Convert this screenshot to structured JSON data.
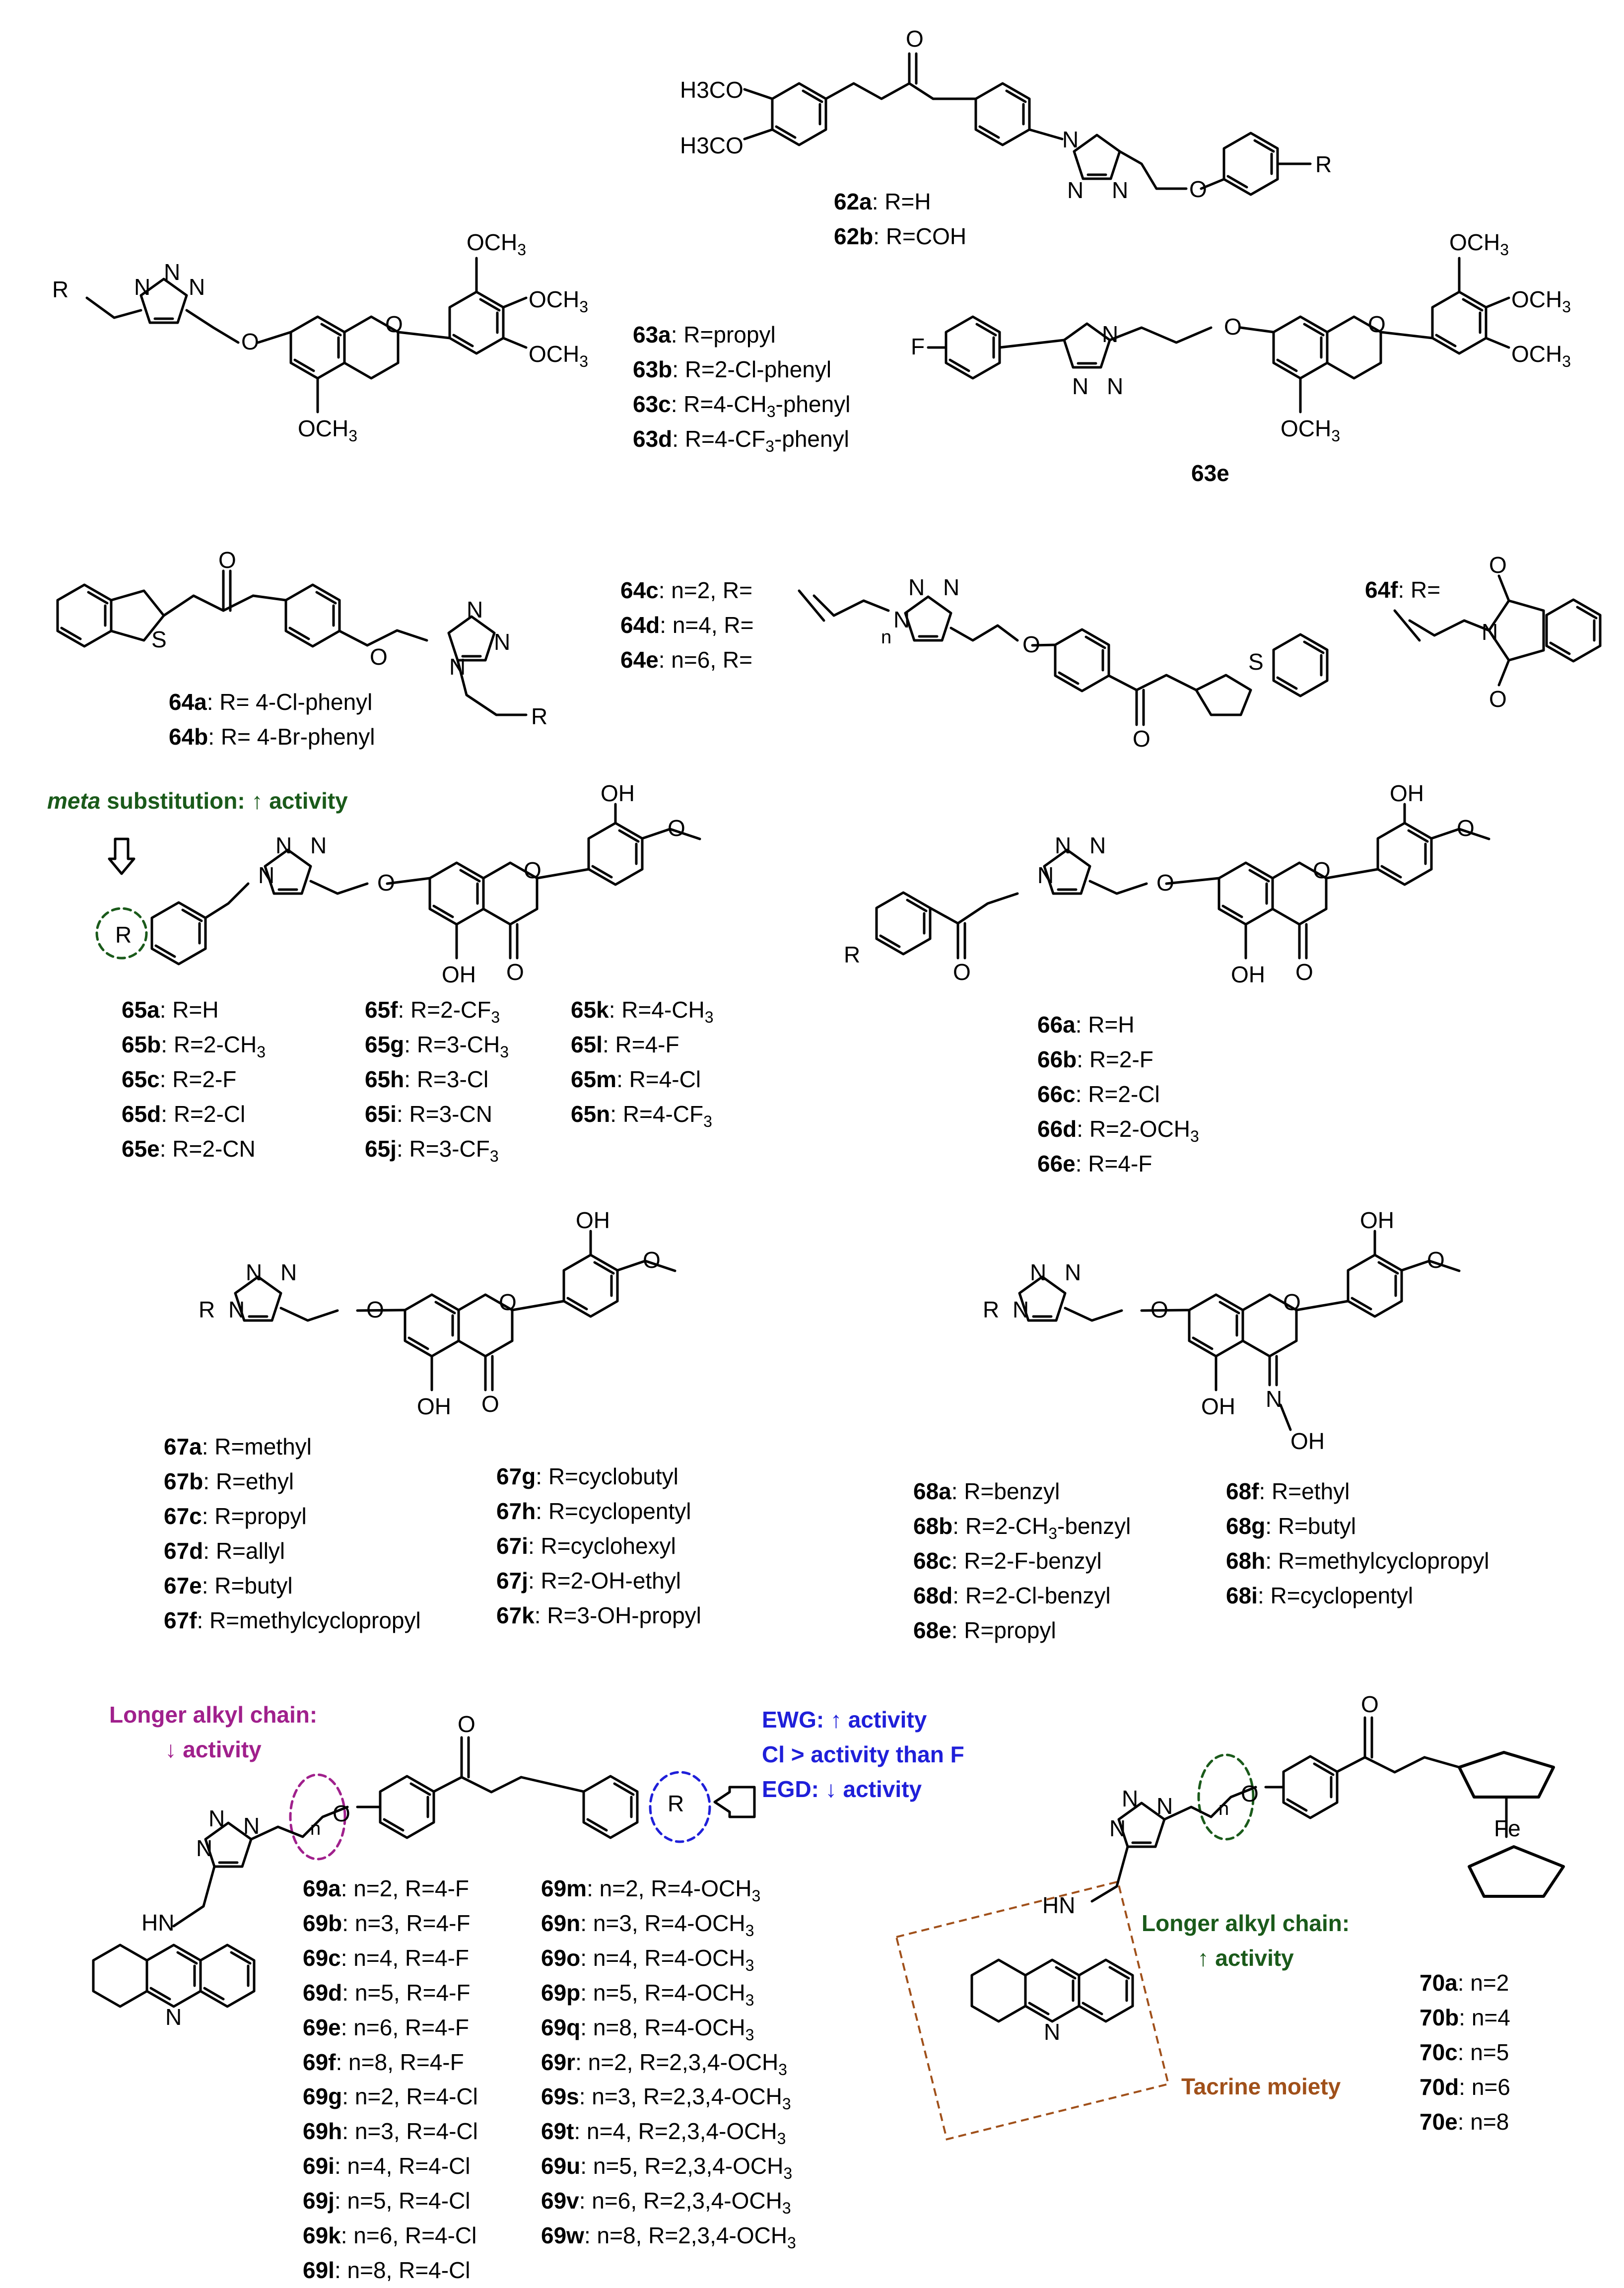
{
  "atoms": {
    "o": "O",
    "n": "N",
    "s": "S",
    "r": "R",
    "h": "H",
    "hn": "HN",
    "fe": "Fe",
    "f": "F",
    "oh": "OH",
    "och3": "OCH",
    "h3co": "H3CO",
    "n_chain": "n",
    "three": "3"
  },
  "cmpd62": {
    "labels": [
      "62a: R=H",
      "62b: R=COH"
    ]
  },
  "cmpd63": {
    "labels": [
      "63a: R=propyl",
      "63b: R=2-Cl-phenyl",
      "63c: R=4-CH3-phenyl",
      "63d: R=4-CF3-phenyl"
    ],
    "e_label": "63e"
  },
  "cmpd64": {
    "ab": [
      "64a: R= 4-Cl-phenyl",
      "64b: R= 4-Br-phenyl"
    ],
    "cde": [
      "64c: n=2, R=",
      "64d: n=4, R=",
      "64e: n=6, R="
    ],
    "f": "64f: R="
  },
  "sar65": {
    "meta_text": "meta",
    "rest_text": " substitution: ↑ activity"
  },
  "cmpd65": {
    "col1": [
      "65a: R=H",
      "65b: R=2-CH3",
      "65c: R=2-F",
      "65d: R=2-Cl",
      "65e: R=2-CN"
    ],
    "col2": [
      "65f: R=2-CF3",
      "65g: R=3-CH3",
      "65h: R=3-Cl",
      "65i: R=3-CN",
      "65j: R=3-CF3"
    ],
    "col3": [
      "65k: R=4-CH3",
      "65l: R=4-F",
      "65m: R=4-Cl",
      "65n: R=4-CF3"
    ]
  },
  "cmpd66": {
    "labels": [
      "66a: R=H",
      "66b: R=2-F",
      "66c: R=2-Cl",
      "66d: R=2-OCH3",
      "66e: R=4-F"
    ]
  },
  "cmpd67": {
    "col1": [
      "67a: R=methyl",
      "67b: R=ethyl",
      "67c: R=propyl",
      "67d: R=allyl",
      "67e: R=butyl",
      "67f: R=methylcyclopropyl"
    ],
    "col2": [
      "67g: R=cyclobutyl",
      "67h: R=cyclopentyl",
      "67i: R=cyclohexyl",
      "67j: R=2-OH-ethyl",
      "67k: R=3-OH-propyl"
    ]
  },
  "cmpd68": {
    "col1": [
      "68a: R=benzyl",
      "68b: R=2-CH3-benzyl",
      "68c: R=2-F-benzyl",
      "68d: R=2-Cl-benzyl",
      "68e: R=propyl"
    ],
    "col2": [
      "68f: R=ethyl",
      "68g: R=butyl",
      "68h: R=methylcyclopropyl",
      "68i: R=cyclopentyl"
    ]
  },
  "sar69": {
    "chain_line1": "Longer alkyl chain:",
    "chain_line2": "↓ activity",
    "ewg": "EWG: ↑ activity",
    "cl": "Cl > activity than F",
    "egd": "EGD: ↓ activity"
  },
  "cmpd69": {
    "col1": [
      "69a: n=2, R=4-F",
      "69b: n=3, R=4-F",
      "69c: n=4, R=4-F",
      "69d: n=5, R=4-F",
      "69e: n=6, R=4-F",
      "69f: n=8, R=4-F",
      "69g: n=2, R=4-Cl",
      "69h: n=3, R=4-Cl",
      "69i: n=4, R=4-Cl",
      "69j: n=5, R=4-Cl",
      "69k: n=6, R=4-Cl",
      "69l: n=8, R=4-Cl"
    ],
    "col2": [
      "69m: n=2, R=4-OCH3",
      "69n: n=3, R=4-OCH3",
      "69o: n=4, R=4-OCH3",
      "69p: n=5, R=4-OCH3",
      "69q: n=8, R=4-OCH3",
      "69r: n=2, R=2,3,4-OCH3",
      "69s: n=3, R=2,3,4-OCH3",
      "69t: n=4, R=2,3,4-OCH3",
      "69u: n=5, R=2,3,4-OCH3",
      "69v: n=6, R=2,3,4-OCH3",
      "69w: n=8, R=2,3,4-OCH3"
    ]
  },
  "sar70": {
    "chain_line1": "Longer alkyl chain:",
    "chain_line2": "↑ activity",
    "tacrine": "Tacrine moiety"
  },
  "cmpd70": {
    "labels": [
      "70a: n=2",
      "70b: n=4",
      "70c: n=5",
      "70d: n=6",
      "70e: n=8"
    ]
  },
  "colors": {
    "green": "#1a5a1a",
    "purple": "#a0208c",
    "blue": "#1f1fd9",
    "brown": "#a0501a"
  }
}
